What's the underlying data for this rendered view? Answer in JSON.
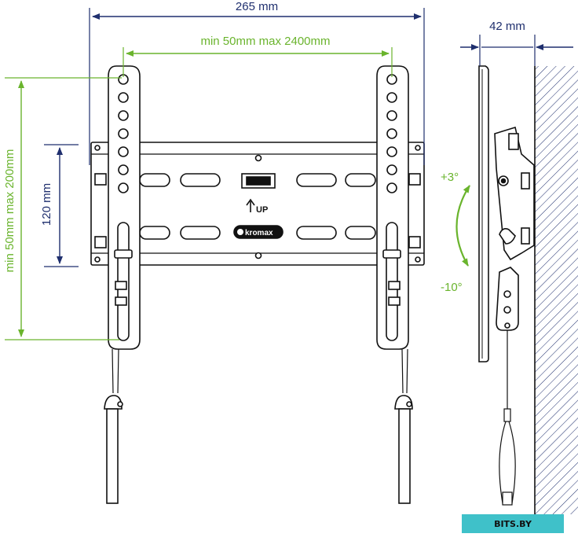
{
  "dimensions": {
    "overall_width": "265 mm",
    "hole_spacing_horizontal": "min 50mm max 2400mm",
    "hole_spacing_vertical": "min 50mm max 200mm",
    "plate_height": "120 mm",
    "depth": "42 mm"
  },
  "tilt": {
    "up": "+3°",
    "down": "-10°"
  },
  "labels": {
    "up_marker": "UP",
    "brand": "kromax"
  },
  "watermark": "BITS.BY",
  "colors": {
    "dimension_blue": "#1f2f6e",
    "dimension_green": "#6ab42d",
    "line": "#111111",
    "watermark_bg": "#3fc1c9"
  }
}
